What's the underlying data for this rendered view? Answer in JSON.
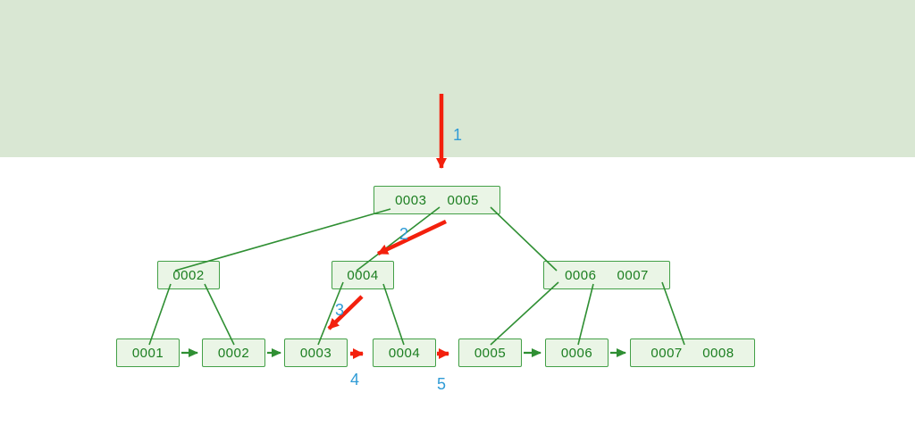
{
  "tree": {
    "root": {
      "keys": [
        "0003",
        "0005"
      ]
    },
    "internal": [
      {
        "keys": [
          "0002"
        ]
      },
      {
        "keys": [
          "0004"
        ]
      },
      {
        "keys": [
          "0006",
          "0007"
        ]
      }
    ],
    "leaves": [
      {
        "keys": [
          "0001"
        ]
      },
      {
        "keys": [
          "0002"
        ]
      },
      {
        "keys": [
          "0003"
        ]
      },
      {
        "keys": [
          "0004"
        ]
      },
      {
        "keys": [
          "0005"
        ]
      },
      {
        "keys": [
          "0006"
        ]
      },
      {
        "keys": [
          "0007",
          "0008"
        ]
      }
    ]
  },
  "steps": [
    "1",
    "2",
    "3",
    "4",
    "5"
  ],
  "colors": {
    "banner": "#d9e7d3",
    "node_fill": "#eaf5e6",
    "node_border": "#43a047",
    "node_text": "#1b7e20",
    "connector": "#2f8f33",
    "highlight": "#f3200d",
    "step_label": "#2f9bd6"
  }
}
